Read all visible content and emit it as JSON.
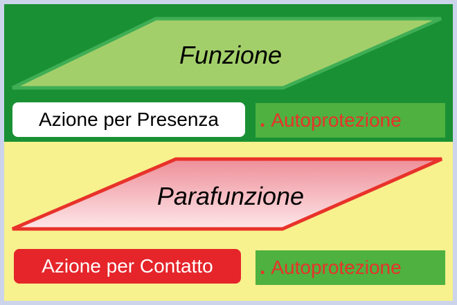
{
  "top_section": {
    "shape_label": "Funzione",
    "action_label": "Azione per Presenza",
    "protection_bullet": ".",
    "protection_label": "Autoprotezione"
  },
  "bottom_section": {
    "shape_label": "Parafunzione",
    "action_label": "Azione per Contatto",
    "protection_bullet": ".",
    "protection_label": "Autoprotezione"
  },
  "colors": {
    "top_band": "#1a9034",
    "bottom_band": "#f7f18e",
    "funzione_fill": "#a3cf6a",
    "parafunzione_fill": "#f6c6ca",
    "contatto_box": "#e5252a",
    "autoprotezione_box": "#4eb140",
    "autoprotezione_text": "#e8322a"
  }
}
